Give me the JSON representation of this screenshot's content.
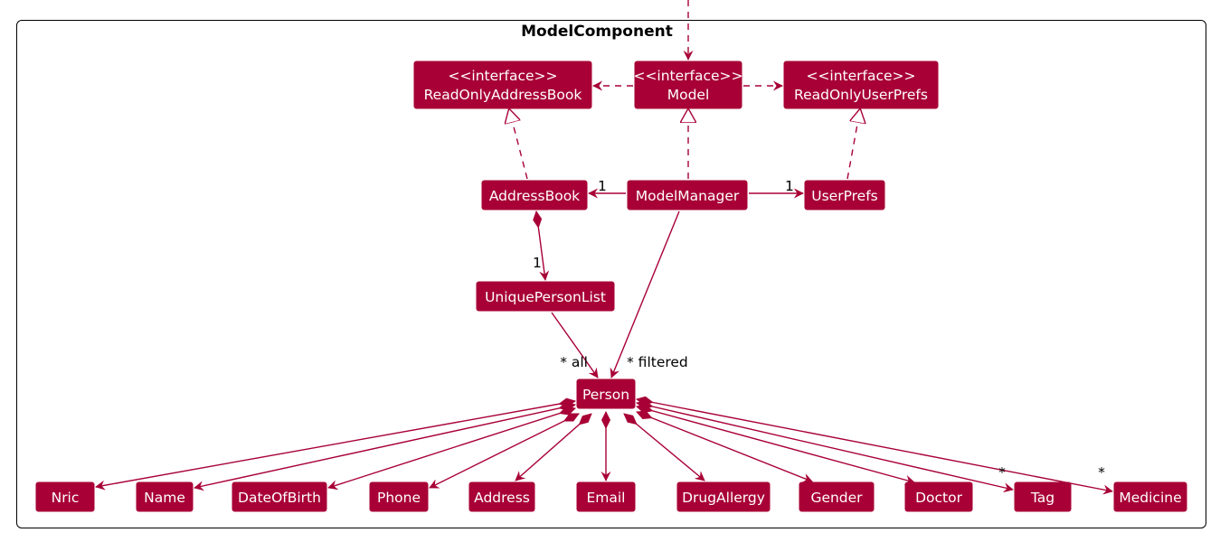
{
  "diagram": {
    "package_title": "ModelComponent",
    "colors": {
      "node_fill": "#A80036",
      "node_text": "#FFFFFF",
      "edge": "#A80036"
    },
    "nodes": [
      {
        "id": "ReadOnlyAddressBook",
        "stereotype": "<<interface>>",
        "label": "ReadOnlyAddressBook"
      },
      {
        "id": "Model",
        "stereotype": "<<interface>>",
        "label": "Model"
      },
      {
        "id": "ReadOnlyUserPrefs",
        "stereotype": "<<interface>>",
        "label": "ReadOnlyUserPrefs"
      },
      {
        "id": "AddressBook",
        "label": "AddressBook"
      },
      {
        "id": "ModelManager",
        "label": "ModelManager"
      },
      {
        "id": "UserPrefs",
        "label": "UserPrefs"
      },
      {
        "id": "UniquePersonList",
        "label": "UniquePersonList"
      },
      {
        "id": "Person",
        "label": "Person"
      },
      {
        "id": "Nric",
        "label": "Nric"
      },
      {
        "id": "Name",
        "label": "Name"
      },
      {
        "id": "DateOfBirth",
        "label": "DateOfBirth"
      },
      {
        "id": "Phone",
        "label": "Phone"
      },
      {
        "id": "Address",
        "label": "Address"
      },
      {
        "id": "Email",
        "label": "Email"
      },
      {
        "id": "DrugAllergy",
        "label": "DrugAllergy"
      },
      {
        "id": "Gender",
        "label": "Gender"
      },
      {
        "id": "Doctor",
        "label": "Doctor"
      },
      {
        "id": "Tag",
        "label": "Tag"
      },
      {
        "id": "Medicine",
        "label": "Medicine"
      }
    ],
    "edges": [
      {
        "from": "external",
        "to": "Model",
        "kind": "dependency"
      },
      {
        "from": "Model",
        "to": "ReadOnlyAddressBook",
        "kind": "dependency"
      },
      {
        "from": "Model",
        "to": "ReadOnlyUserPrefs",
        "kind": "dependency"
      },
      {
        "from": "AddressBook",
        "to": "ReadOnlyAddressBook",
        "kind": "realization"
      },
      {
        "from": "ModelManager",
        "to": "Model",
        "kind": "realization"
      },
      {
        "from": "UserPrefs",
        "to": "ReadOnlyUserPrefs",
        "kind": "realization"
      },
      {
        "from": "ModelManager",
        "to": "AddressBook",
        "kind": "association",
        "multiplicity": "1"
      },
      {
        "from": "ModelManager",
        "to": "UserPrefs",
        "kind": "association",
        "multiplicity": "1"
      },
      {
        "from": "AddressBook",
        "to": "UniquePersonList",
        "kind": "composition",
        "multiplicity": "1"
      },
      {
        "from": "UniquePersonList",
        "to": "Person",
        "kind": "association",
        "multiplicity": "* all"
      },
      {
        "from": "ModelManager",
        "to": "Person",
        "kind": "association",
        "multiplicity": "* filtered"
      },
      {
        "from": "Person",
        "to": "Nric",
        "kind": "composition"
      },
      {
        "from": "Person",
        "to": "Name",
        "kind": "composition"
      },
      {
        "from": "Person",
        "to": "DateOfBirth",
        "kind": "composition"
      },
      {
        "from": "Person",
        "to": "Phone",
        "kind": "composition"
      },
      {
        "from": "Person",
        "to": "Address",
        "kind": "composition"
      },
      {
        "from": "Person",
        "to": "Email",
        "kind": "composition"
      },
      {
        "from": "Person",
        "to": "DrugAllergy",
        "kind": "composition"
      },
      {
        "from": "Person",
        "to": "Gender",
        "kind": "composition"
      },
      {
        "from": "Person",
        "to": "Doctor",
        "kind": "composition"
      },
      {
        "from": "Person",
        "to": "Tag",
        "kind": "composition",
        "multiplicity": "*"
      },
      {
        "from": "Person",
        "to": "Medicine",
        "kind": "composition",
        "multiplicity": "*"
      }
    ]
  }
}
